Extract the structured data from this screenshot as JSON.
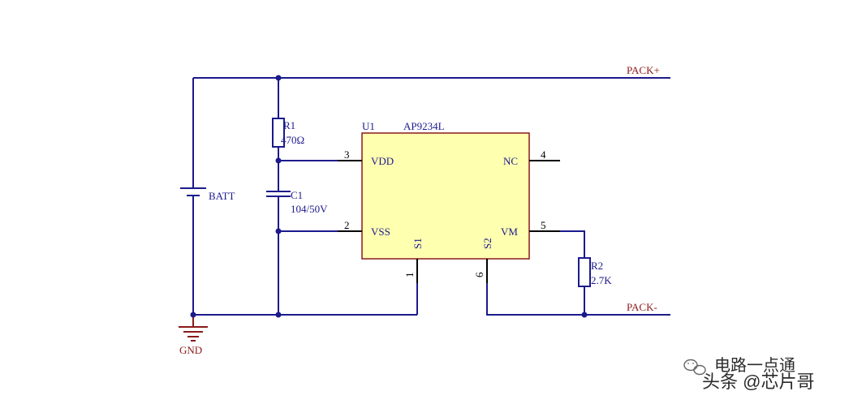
{
  "colors": {
    "wire": "#1c1a8c",
    "text": "#1c1a8c",
    "net_label": "#8b1a1a",
    "chip_fill": "#ffffb0",
    "chip_border": "#8b1a1a",
    "pin": "#000000",
    "junction": "#1c1a8c",
    "gnd": "#8b1a1a",
    "watermark_text": "#2b2b2b",
    "watermark_shadow": "#ffffff"
  },
  "nets": {
    "pack_plus": "PACK+",
    "pack_minus": "PACK-",
    "gnd": "GND"
  },
  "components": {
    "battery": {
      "label": "BATT",
      "icon": "battery-symbol"
    },
    "r1": {
      "ref": "R1",
      "value": "470Ω"
    },
    "c1": {
      "ref": "C1",
      "value": "104/50V"
    },
    "r2": {
      "ref": "R2",
      "value": "2.7K"
    }
  },
  "chip": {
    "ref": "U1",
    "part": "AP9234L",
    "pins": [
      {
        "name": "VDD",
        "number": "3"
      },
      {
        "name": "VSS",
        "number": "2"
      },
      {
        "name": "NC",
        "number": "4"
      },
      {
        "name": "VM",
        "number": "5"
      },
      {
        "name": "S1",
        "number": "1"
      },
      {
        "name": "S2",
        "number": "6"
      }
    ]
  },
  "watermark": {
    "line1": "电路一点通",
    "line2": "头条 @芯片哥",
    "icon": "wechat-icon"
  }
}
